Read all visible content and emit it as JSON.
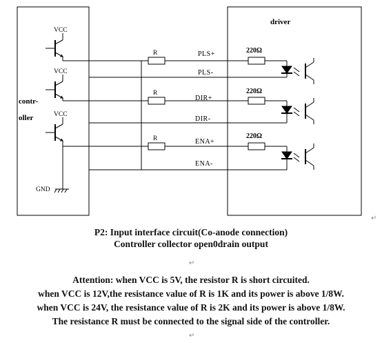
{
  "diagram": {
    "controller_label_line1": "contr-",
    "controller_label_line2": "oller",
    "driver_label": "driver",
    "vcc_labels": [
      "VCC",
      "VCC",
      "VCC"
    ],
    "gnd_label": "GND",
    "resistor_labels": [
      "R",
      "R",
      "R"
    ],
    "resistor_220_labels": [
      "220Ω",
      "220Ω",
      "220Ω"
    ],
    "pin_labels": [
      "PLS+",
      "PLS-",
      "DIR+",
      "DIR-",
      "ENA+",
      "ENA-"
    ]
  },
  "caption": {
    "line1": "P2: Input interface circuit(Co-anode connection)",
    "line2": "Controller collector open0drain output"
  },
  "attention": {
    "line1": "Attention: when VCC is 5V, the resistor R is short circuited.",
    "line2": "when VCC is 12V,the resistance value of R is 1K and its power is above 1/8W.",
    "line3": "when VCC is 24V, the resistance value of R is 2K and its power is above 1/8W.",
    "line4": "The resistance R must be connected to the signal side of the controller."
  }
}
